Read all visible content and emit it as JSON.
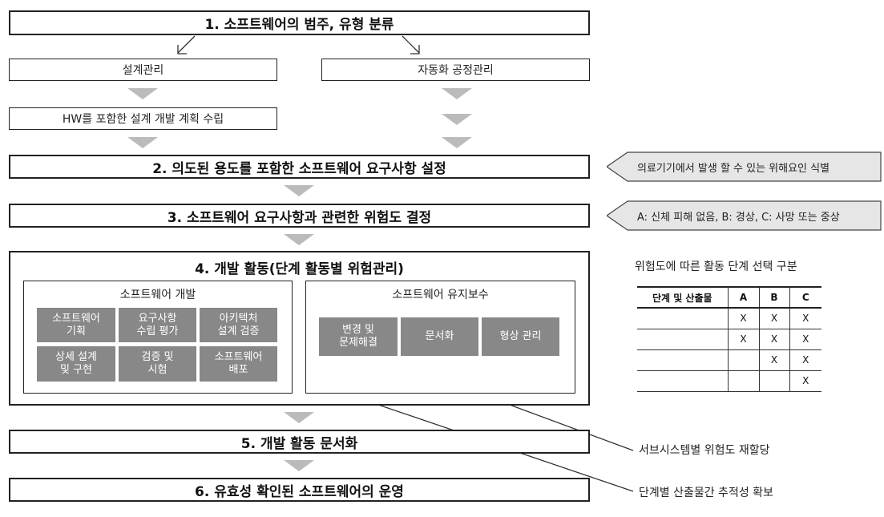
{
  "steps": {
    "s1": "1. 소프트웨어의 범주, 유형 분류",
    "design_mgmt": "설계관리",
    "auto_process": "자동화 공정관리",
    "hw_plan": "HW를 포함한 설계 개발 계획 수립",
    "s2": "2. 의도된 용도를 포함한 소프트웨어 요구사항 설정",
    "s3": "3. 소프트웨어 요구사항과 관련한 위험도 결정",
    "s4": "4. 개발 활동(단계 활동별 위험관리)",
    "s5": "5. 개발 활동 문서화",
    "s6": "6. 유효성 확인된 소프트웨어의 운영"
  },
  "dev": {
    "title": "소프트웨어 개발",
    "tiles": [
      "소프트웨어\n기획",
      "요구사항\n수립 평가",
      "아키텍처\n설계 검증",
      "상세 설계\n및 구현",
      "검증 및\n시험",
      "소프트웨어\n배포"
    ]
  },
  "maint": {
    "title": "소프트웨어 유지보수",
    "tiles": [
      "변경 및\n문제해결",
      "문서화",
      "형상 관리"
    ]
  },
  "callouts": {
    "c1": "의료기기에서 발생 할 수 있는 위해요인 식별",
    "c2": "A: 신체 피해 없음, B: 경상, C: 사망 또는 중상"
  },
  "table": {
    "caption": "위험도에 따른 활동 단계 선택 구분",
    "headers": [
      "단계 및 산출물",
      "A",
      "B",
      "C"
    ],
    "rows": [
      [
        "",
        "X",
        "X",
        "X"
      ],
      [
        "",
        "X",
        "X",
        "X"
      ],
      [
        "",
        "",
        "X",
        "X"
      ],
      [
        "",
        "",
        "",
        "X"
      ]
    ]
  },
  "notes": {
    "n1": "서브시스템별 위험도 재할당",
    "n2": "단계별 산출물간 추적성 확보"
  }
}
